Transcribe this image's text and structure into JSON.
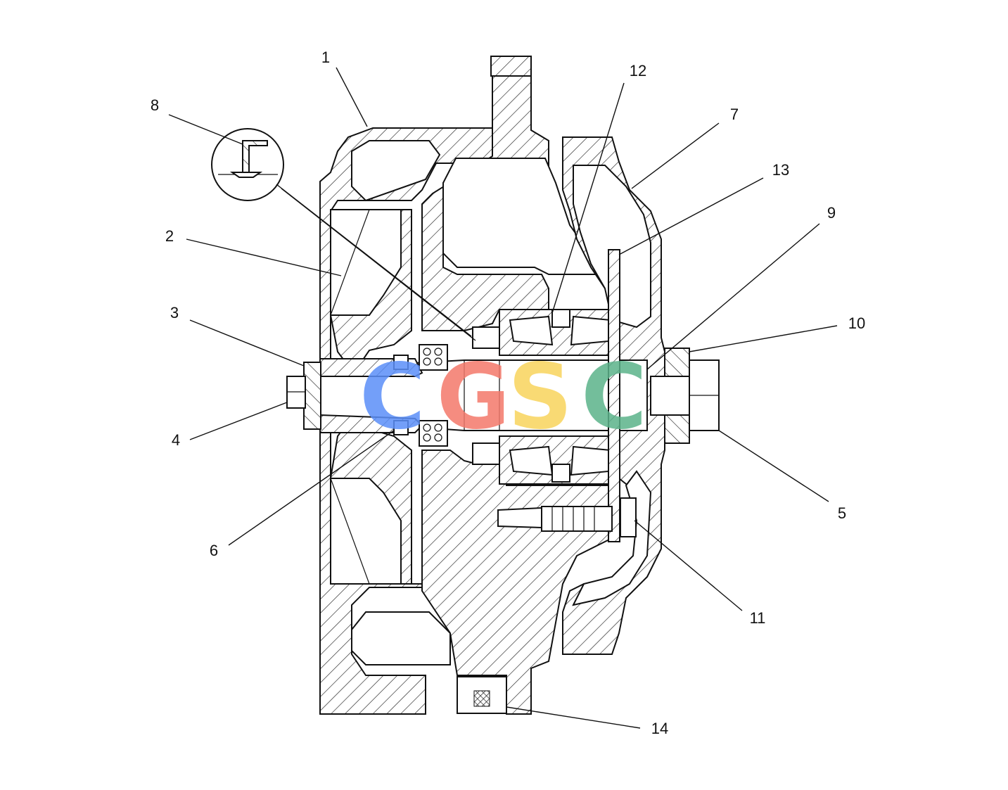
{
  "callouts": [
    {
      "id": "c1",
      "text": "1"
    },
    {
      "id": "c2",
      "text": "2"
    },
    {
      "id": "c3",
      "text": "3"
    },
    {
      "id": "c4",
      "text": "4"
    },
    {
      "id": "c5",
      "text": "5"
    },
    {
      "id": "c6",
      "text": "6"
    },
    {
      "id": "c7",
      "text": "7"
    },
    {
      "id": "c8",
      "text": "8"
    },
    {
      "id": "c9",
      "text": "9"
    },
    {
      "id": "c10",
      "text": "10"
    },
    {
      "id": "c11",
      "text": "11"
    },
    {
      "id": "c12",
      "text": "12"
    },
    {
      "id": "c13",
      "text": "13"
    },
    {
      "id": "c14",
      "text": "14"
    }
  ],
  "watermark": {
    "letters": [
      "C",
      "G",
      "S",
      "C"
    ],
    "colors": [
      "#5b8ff9",
      "#f4796b",
      "#f8d45c",
      "#5bb38a"
    ]
  }
}
